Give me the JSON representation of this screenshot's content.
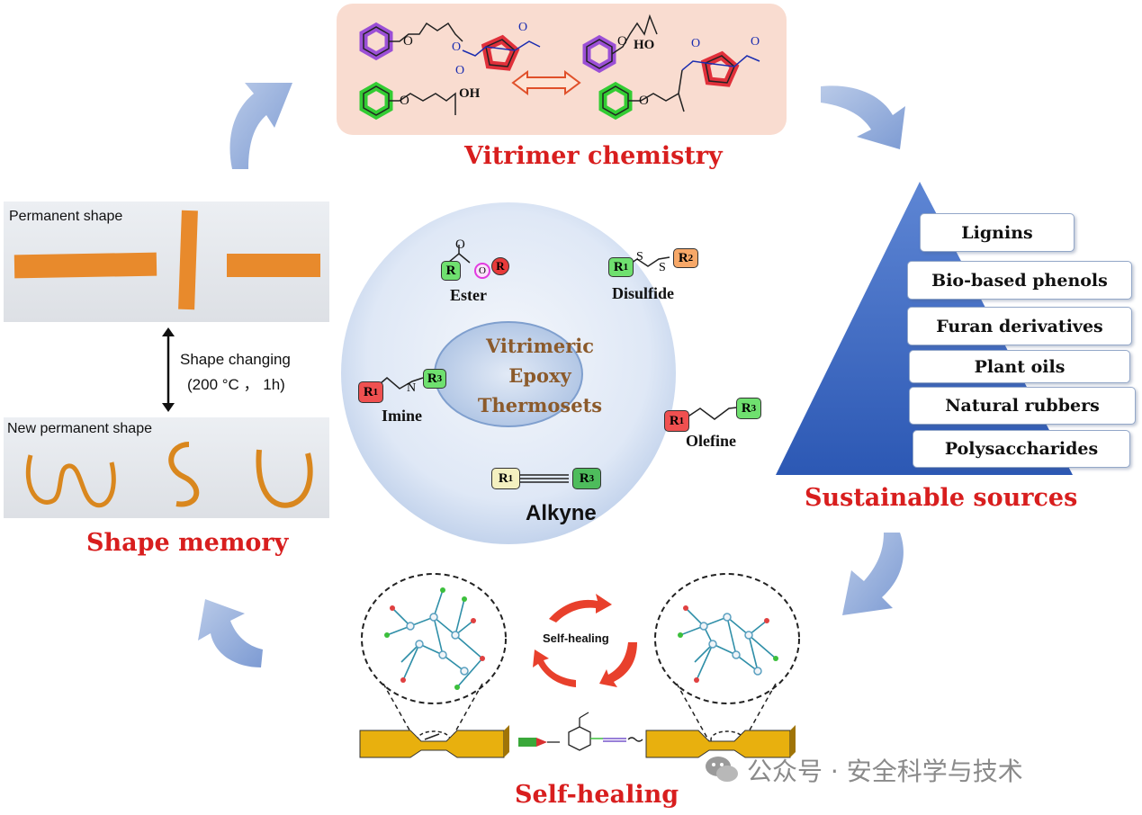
{
  "vitrimer_title": "Vitrimer chemistry",
  "vitrimer_labels": {
    "oh1": "OH",
    "oh2": "HO"
  },
  "center": {
    "title_lines": [
      "Vitrimeric",
      "Epoxy",
      "Thermosets"
    ],
    "bonds": {
      "ester": "Ester",
      "disulfide": "Disulfide",
      "imine": "Imine",
      "olefine": "Olefine",
      "alkyne": "Alkyne"
    },
    "atoms": {
      "o": "O",
      "s": "S",
      "n": "N",
      "r": "R",
      "r1": "R",
      "r2": "R",
      "r3": "R",
      "sub1": "1",
      "sub2": "2",
      "sub3": "3"
    }
  },
  "sustainable": {
    "title": "Sustainable sources",
    "items": [
      "Lignins",
      "Bio-based phenols",
      "Furan derivatives",
      "Plant oils",
      "Natural rubbers",
      "Polysaccharides"
    ]
  },
  "shape_memory": {
    "title": "Shape memory",
    "permanent": "Permanent shape",
    "changing_line1": "Shape changing",
    "changing_line2": "(200 °C ， 1h)",
    "new_permanent": "New permanent shape"
  },
  "self_healing": {
    "title": "Self-healing",
    "cycle_label": "Self-healing"
  },
  "watermark": "公众号 · 安全科学与技术",
  "colors": {
    "accent_red": "#d81e1e",
    "pyramid_blue": "#4a72c4",
    "arrow_blue": "#9bb3dc",
    "orange_strip": "#e89030",
    "bar_yellow": "#e8b00e"
  }
}
